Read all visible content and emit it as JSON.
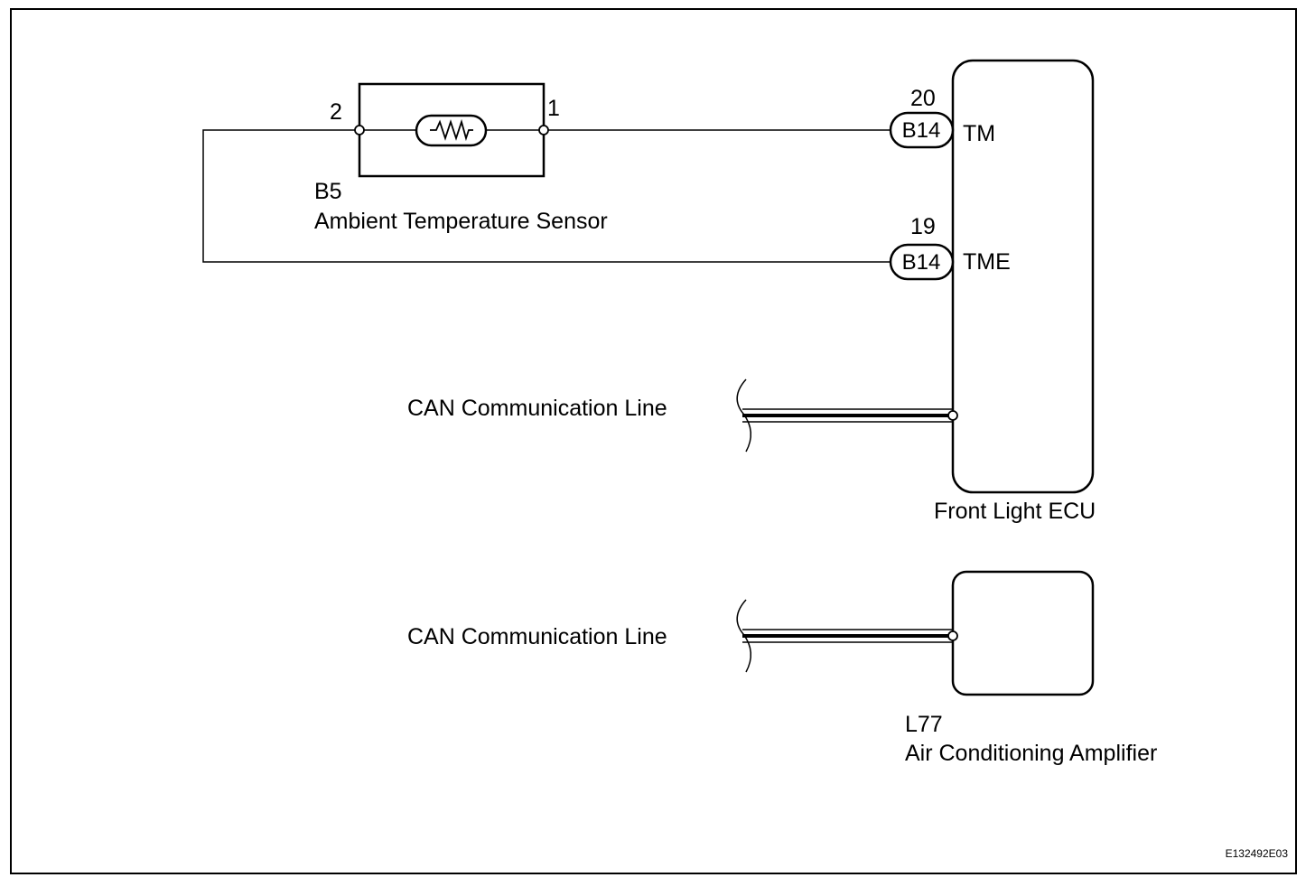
{
  "sensor": {
    "code": "B5",
    "name": "Ambient Temperature Sensor",
    "pin_left": "2",
    "pin_right": "1"
  },
  "ecu": {
    "name": "Front Light ECU",
    "terminal_tm": {
      "pin": "20",
      "connector": "B14",
      "label": "TM"
    },
    "terminal_tme": {
      "pin": "19",
      "connector": "B14",
      "label": "TME"
    }
  },
  "can_line_1": {
    "label": "CAN Communication Line"
  },
  "can_line_2": {
    "label": "CAN Communication Line"
  },
  "amplifier": {
    "code": "L77",
    "name": "Air Conditioning Amplifier"
  },
  "figure_code": "E132492E03"
}
